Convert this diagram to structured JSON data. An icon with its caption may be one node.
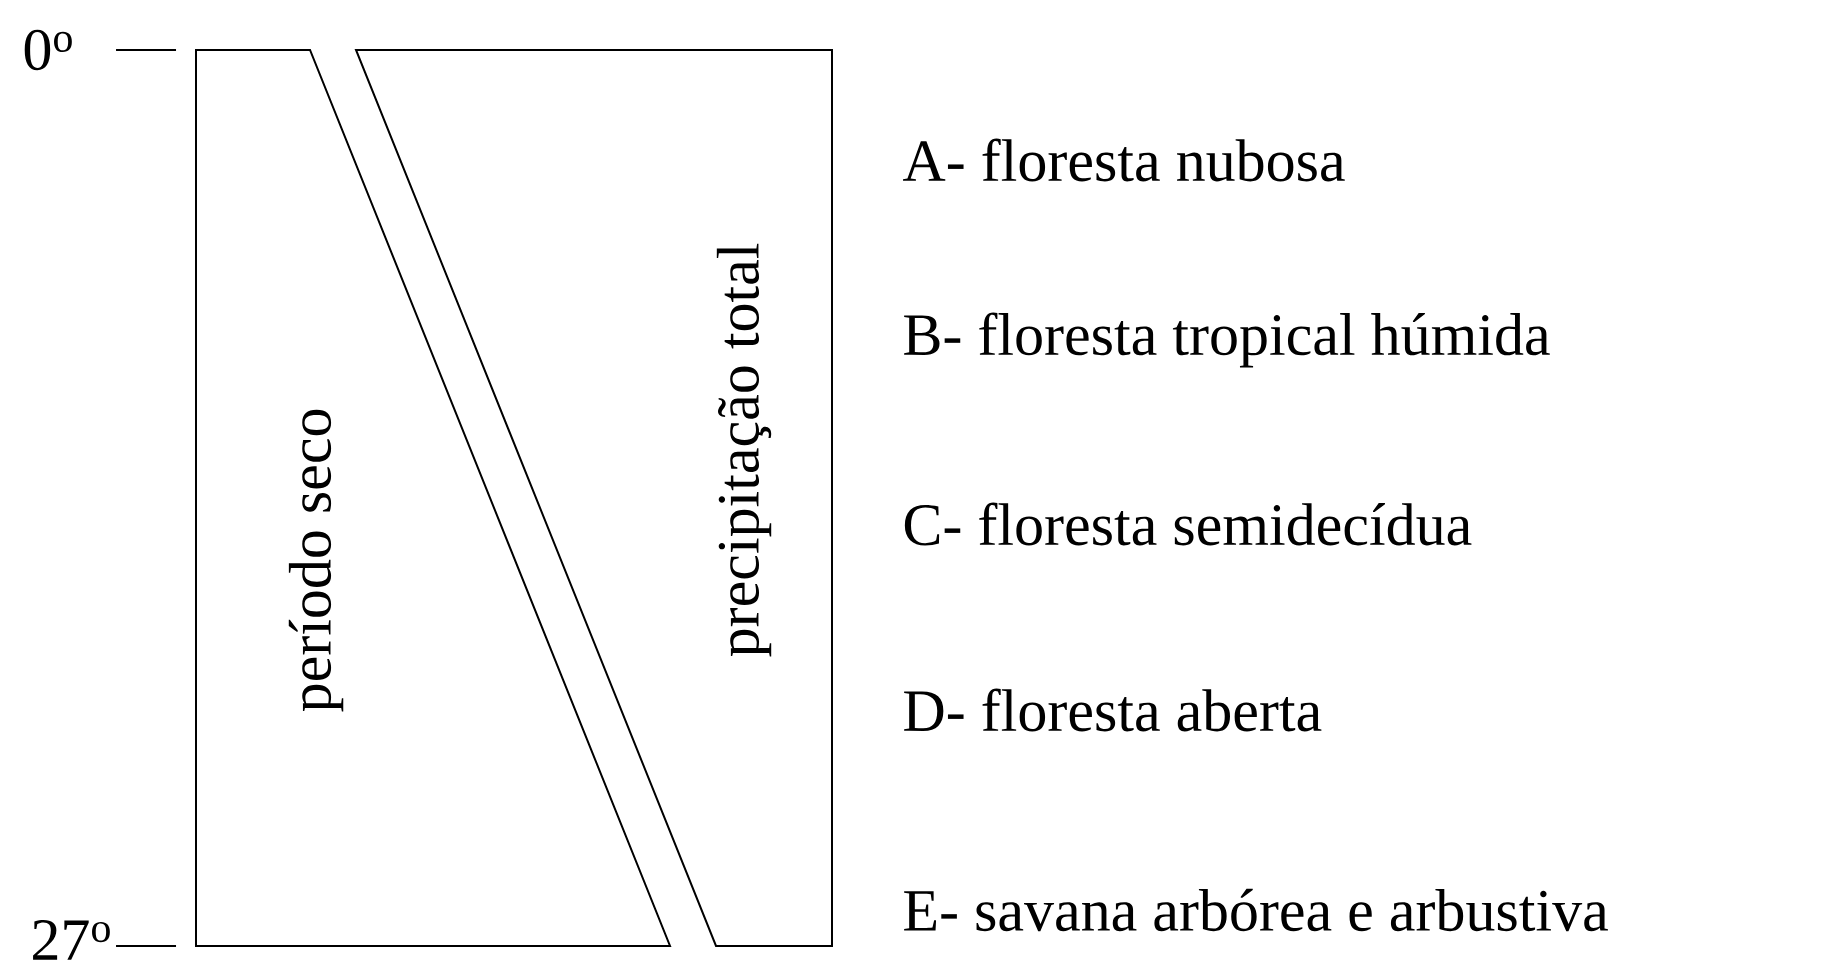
{
  "diagram": {
    "nodes": [
      {
        "text": [
          "período seco"
        ]
      },
      {
        "text": [
          "precipitação total"
        ]
      }
    ],
    "labels": [
      "0$^{o}$",
      "27$^{o}$",
      "A- floresta nubosa",
      "B- floresta tropical húmida",
      "C- floresta semidecídua",
      "D- floresta aberta",
      "E- savana arbórea e arbustiva"
    ]
  }
}
